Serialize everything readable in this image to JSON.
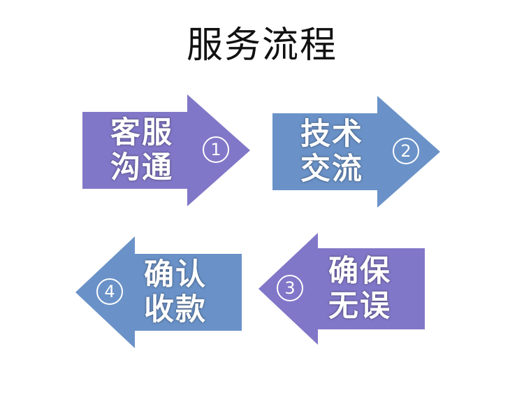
{
  "title": "服务流程",
  "colors": {
    "purple": "#8177c8",
    "blue": "#6a92c8"
  },
  "steps": [
    {
      "number": "1",
      "line1": "客服",
      "line2": "沟通",
      "direction": "right",
      "color": "#8177c8"
    },
    {
      "number": "2",
      "line1": "技术",
      "line2": "交流",
      "direction": "right",
      "color": "#6a92c8"
    },
    {
      "number": "3",
      "line1": "确保",
      "line2": "无误",
      "direction": "left",
      "color": "#8177c8"
    },
    {
      "number": "4",
      "line1": "确认",
      "line2": "收款",
      "direction": "left",
      "color": "#6a92c8"
    }
  ]
}
